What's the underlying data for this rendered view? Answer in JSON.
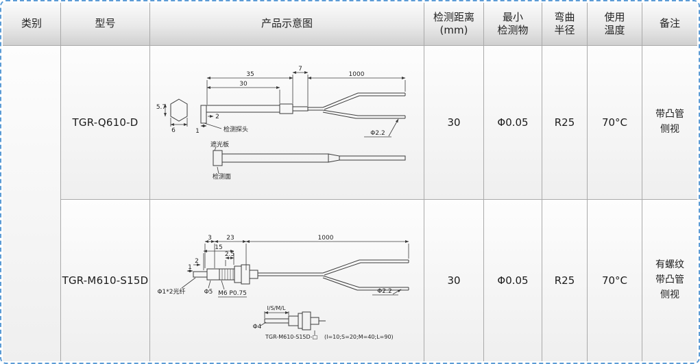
{
  "colors": {
    "frame": "#5b9bd5",
    "grid_line": "#a9a9a9",
    "text": "#1b1b1b",
    "header_bg_top": "#fbfbfb",
    "header_bg_bottom": "#d0d0d0",
    "cell_bg_top": "#fdfdfd",
    "cell_bg_bottom": "#efefef"
  },
  "header": {
    "category": "类别",
    "model": "型号",
    "diagram": "产品示意图",
    "distance_l1": "检测距离",
    "distance_l2": "(mm)",
    "min_object_l1": "最小",
    "min_object_l2": "检测物",
    "bend_l1": "弯曲",
    "bend_l2": "半径",
    "temp_l1": "使用",
    "temp_l2": "温度",
    "remark": "备注"
  },
  "rows": [
    {
      "model": "TGR-Q610-D",
      "distance": "30",
      "min_object": "Φ0.05",
      "bend_radius": "R25",
      "temperature": "70°C",
      "remark_l1": "带凸管",
      "remark_l2": "侧视",
      "diagram": {
        "dim_head_len": "35",
        "dim_head_inner": "30",
        "dim_neck": "7",
        "dim_cable": "1000",
        "dim_hex_width": "5.7",
        "dim_hex_height": "6",
        "dim_tip_a": "2",
        "dim_tip_b": "1",
        "label_probe": "检测探头",
        "label_cable_dia": "Φ2.2",
        "label_shield": "遮光板",
        "label_face": "检测面"
      }
    },
    {
      "model": "TGR-M610-S15D",
      "distance": "30",
      "min_object": "Φ0.05",
      "bend_radius": "R25",
      "temperature": "70°C",
      "remark_l1": "有螺纹",
      "remark_l2": "带凸管",
      "remark_l3": "侧视",
      "diagram": {
        "dim_tip": "3",
        "dim_head": "23",
        "dim_cable": "1000",
        "dim_body": "15",
        "dim_nut": "2.5",
        "dim_a": "2",
        "dim_b": "1",
        "label_fiber": "Φ1*2光纤",
        "label_body_dia": "Φ5",
        "label_thread": "M6 P0.75",
        "label_cable_dia": "Φ2.2",
        "label_lengths": "I/S/M/L",
        "label_tube_dia": "Φ4",
        "label_order_code": "TGR-M610-S15D-□",
        "label_order_note": "(I=10;S=20;M=40;L=90)"
      }
    }
  ]
}
